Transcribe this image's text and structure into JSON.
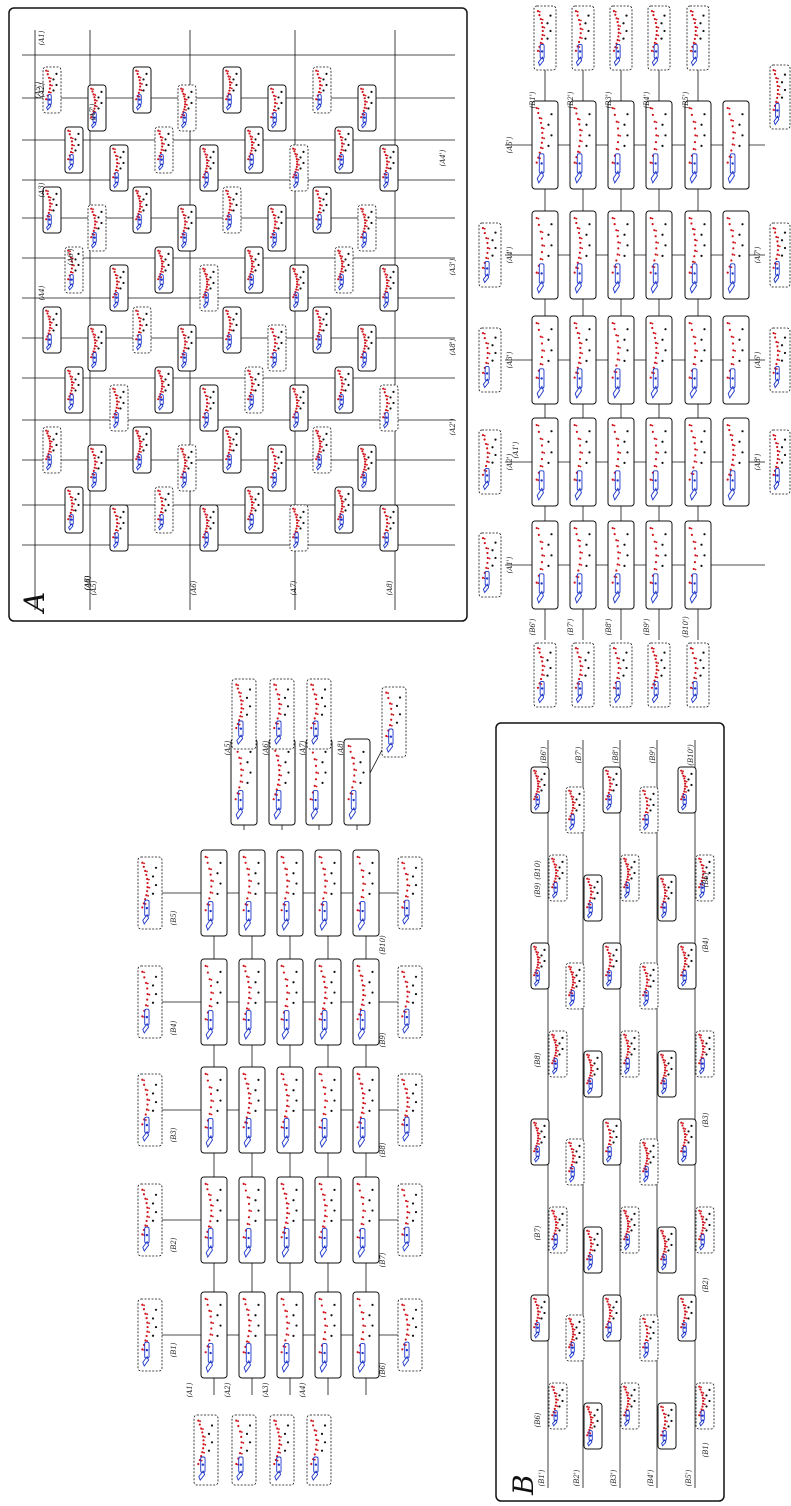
{
  "panels": {
    "A": {
      "title": "A"
    },
    "B": {
      "title": "B"
    }
  },
  "labels": {
    "topleft": {
      "rows_left": [
        "(A1)",
        "(A2)",
        "(A3)",
        "(A4)"
      ],
      "rows_right": [
        "(A5)",
        "(A6)",
        "(A7)",
        "(A8)"
      ],
      "cols_top": [
        "(B1)",
        "(B2)",
        "(B3)",
        "(B4)",
        "(B5)"
      ],
      "cols_bottom": [
        "(B6)",
        "(B7)",
        "(B8)",
        "(B9)",
        "(B10)"
      ]
    },
    "panelA": {
      "top_left": [
        "(A1)",
        "(A2)",
        "(A3)",
        "(A4)"
      ],
      "top_left_prime": [
        "(A5')"
      ],
      "bottom": [
        "(A5)",
        "(A6)",
        "(A7)",
        "(A8)"
      ],
      "mid_right": [
        "(A7')",
        "(A4')",
        "(A6')",
        "(A3')",
        "(A8')",
        "(A2')",
        "(A1')"
      ]
    },
    "topright": {
      "left": [
        "(A1')",
        "(A2')",
        "(A3')",
        "(A4')",
        "(A5')"
      ],
      "row_labels_top": [
        "(B1')",
        "(B2')",
        "(B3')",
        "(B4')",
        "(B5')"
      ],
      "row_labels_bottom": [
        "(B6')",
        "(B7')",
        "(B8')",
        "(B9')",
        "(B10')"
      ],
      "extra": [
        "(A6')",
        "(A7')",
        "(A8')"
      ]
    },
    "panelB": {
      "top": [
        "(B6')",
        "(B7')",
        "(B8')",
        "(B9')",
        "(B10')"
      ],
      "left": [
        "(B1')",
        "(B2')",
        "(B3')",
        "(B4')",
        "(B5')"
      ],
      "inner_top": [
        "(B6)",
        "(B7)",
        "(B8)",
        "(B9)",
        "(B10)"
      ],
      "inner_bottom": [
        "(B1)",
        "(B2)",
        "(B3)",
        "(B4)",
        "(B5)"
      ]
    }
  },
  "colors": {
    "frame": "#111111",
    "red": "#d0141c",
    "blue": "#1c35c8",
    "black": "#111111"
  }
}
